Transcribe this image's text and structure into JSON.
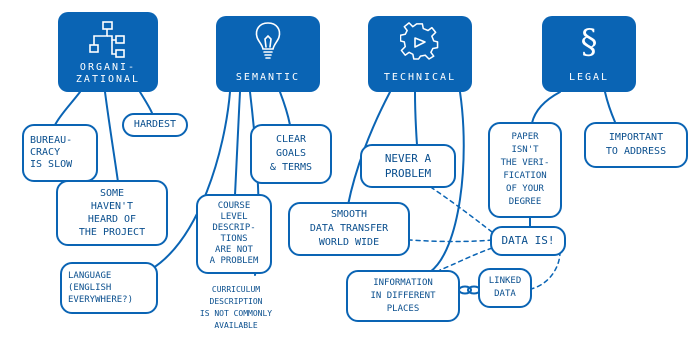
{
  "categories": {
    "organizational": {
      "label": "ORGANI-\nZATIONAL",
      "icon": "org-chart-icon"
    },
    "semantic": {
      "label": "SEMANTIC",
      "icon": "lightbulb-icon"
    },
    "technical": {
      "label": "TECHNICAL",
      "icon": "gear-icon"
    },
    "legal": {
      "label": "LEGAL",
      "icon": "section-sign-icon"
    }
  },
  "notes": {
    "bureaucracy": "BUREAU-\nCRACY\nIS SLOW",
    "hardest": "HARDEST",
    "some_havent": "SOME\nHAVEN'T\nHEARD OF\nTHE PROJECT",
    "language": "LANGUAGE\n(ENGLISH\nEVERYWHERE?)",
    "clear_goals": "CLEAR\nGOALS\n& TERMS",
    "course_level": "COURSE\nLEVEL\nDESCRIP-\nTIONS\nARE NOT\nA PROBLEM",
    "curriculum": "CURRICULUM\nDESCRIPTION\nIS NOT COMMONLY\nAVAILABLE",
    "never_problem": "NEVER A\nPROBLEM",
    "smooth": "SMOOTH\nDATA TRANSFER\nWORLD WIDE",
    "information": "INFORMATION\nIN DIFFERENT\nPLACES",
    "linked_data": "LINKED\nDATA",
    "data_is": "DATA IS!",
    "paper": "PAPER\nISN'T\nTHE VERI-\nFICATION\nOF YOUR\nDEGREE",
    "important": "IMPORTANT\nTO ADDRESS"
  },
  "colors": {
    "primary": "#0a64b4",
    "ink": "#0a4f8e",
    "background": "#ffffff"
  }
}
